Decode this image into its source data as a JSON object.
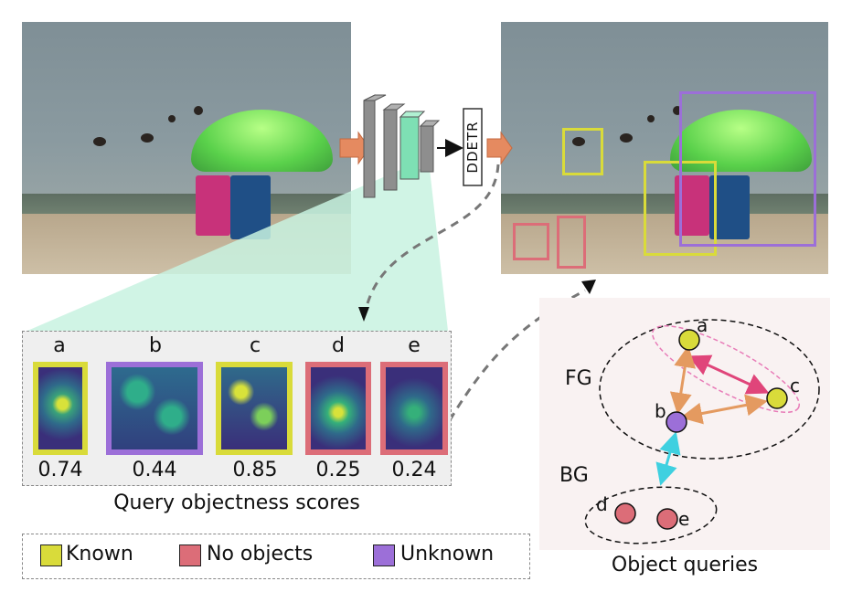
{
  "model_label": "DDETR",
  "query_panel": {
    "caption": "Query objectness scores",
    "queries": [
      {
        "letter": "a",
        "score": "0.74",
        "color": "#d9db3a"
      },
      {
        "letter": "b",
        "score": "0.44",
        "color": "#9c6fd8"
      },
      {
        "letter": "c",
        "score": "0.85",
        "color": "#d9db3a"
      },
      {
        "letter": "d",
        "score": "0.25",
        "color": "#dc6d78"
      },
      {
        "letter": "e",
        "score": "0.24",
        "color": "#dc6d78"
      }
    ]
  },
  "legend": {
    "items": [
      {
        "label": "Known",
        "color": "#d9db3a"
      },
      {
        "label": "No objects",
        "color": "#dc6d78"
      },
      {
        "label": "Unknown",
        "color": "#9c6fd8"
      }
    ]
  },
  "object_queries": {
    "caption": "Object queries",
    "fg_label": "FG",
    "bg_label": "BG",
    "nodes": [
      {
        "letter": "a",
        "color": "#d9db3a"
      },
      {
        "letter": "c",
        "color": "#d9db3a"
      },
      {
        "letter": "b",
        "color": "#9c6fd8"
      },
      {
        "letter": "d",
        "color": "#dc6d78"
      },
      {
        "letter": "e",
        "color": "#dc6d78"
      }
    ]
  }
}
